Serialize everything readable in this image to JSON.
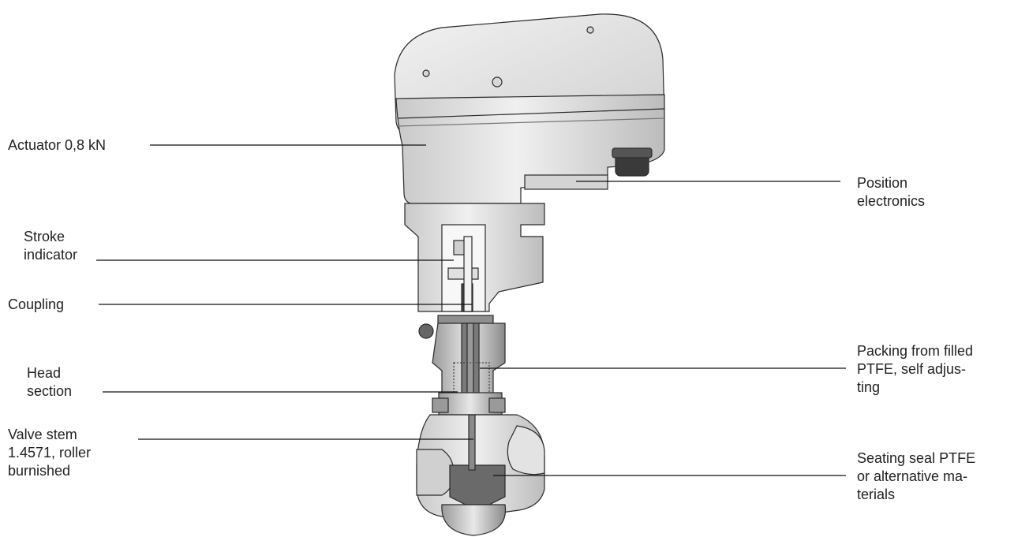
{
  "labels": {
    "actuator": [
      "Actuator 0,8 kN"
    ],
    "stroke_indicator": [
      "Stroke",
      "indicator"
    ],
    "coupling": [
      "Coupling"
    ],
    "head_section": [
      "Head",
      "section"
    ],
    "valve_stem": [
      "Valve stem",
      "1.4571, roller",
      "burnished"
    ],
    "position_electronics": [
      "Position",
      "electronics"
    ],
    "packing": [
      "Packing from filled",
      "PTFE, self adjus-",
      "ting"
    ],
    "seating_seal": [
      "Seating seal PTFE",
      "or alternative ma-",
      "terials"
    ]
  },
  "colors": {
    "line": "#111111",
    "body": "#e6e6e6",
    "shade": "#bdbdbd",
    "dark": "#555555",
    "outline": "#2a2a2a"
  }
}
